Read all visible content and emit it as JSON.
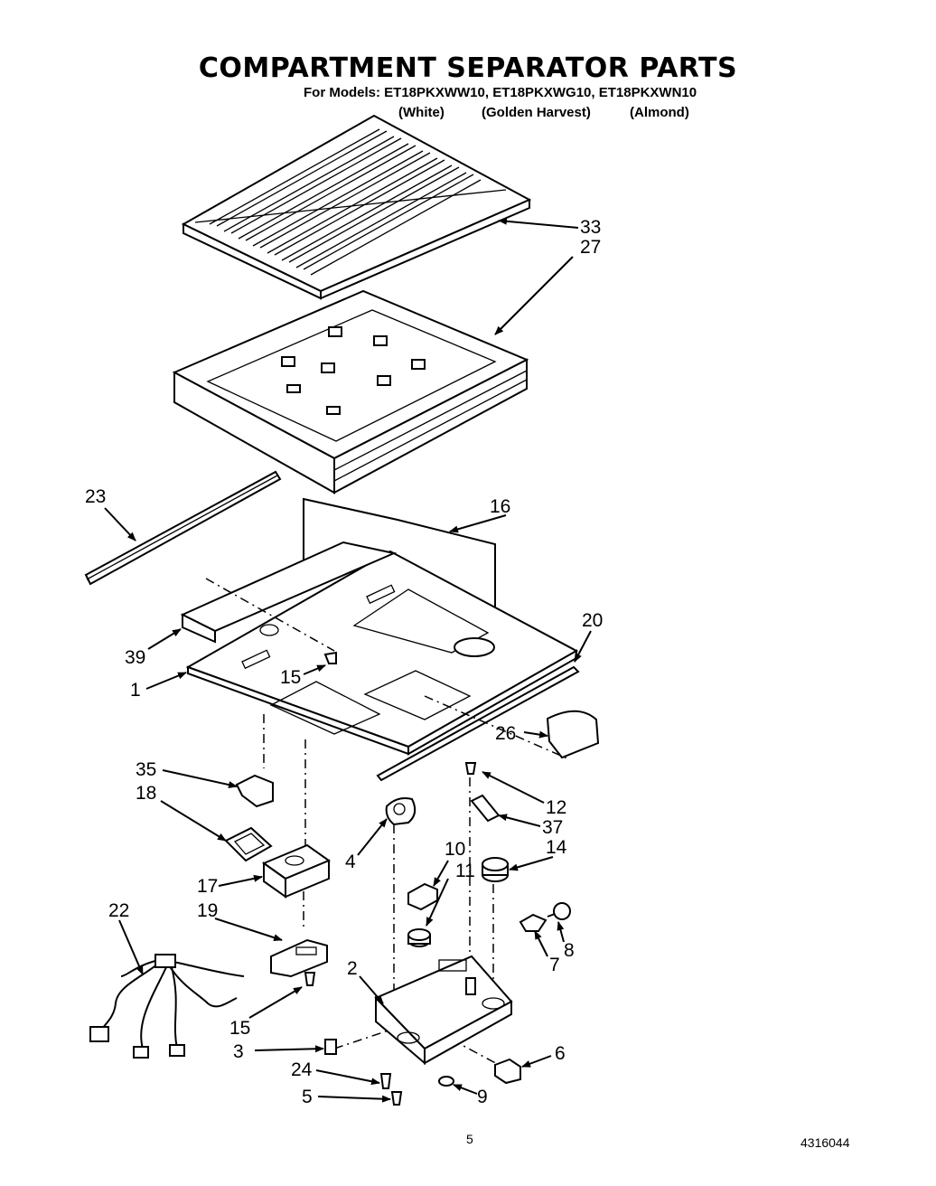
{
  "header": {
    "title": "COMPARTMENT SEPARATOR PARTS",
    "models_line": "For Models: ET18PKXWW10, ET18PKXWG10, ET18PKXWN10",
    "finishes": [
      "(White)",
      "(Golden Harvest)",
      "(Almond)"
    ]
  },
  "callouts": {
    "c33": "33",
    "c27": "27",
    "c23": "23",
    "c16": "16",
    "c20": "20",
    "c39": "39",
    "c15a": "15",
    "c1": "1",
    "c26": "26",
    "c35": "35",
    "c18": "18",
    "c12": "12",
    "c37": "37",
    "c4": "4",
    "c10": "10",
    "c11": "11",
    "c14": "14",
    "c17": "17",
    "c22": "22",
    "c19": "19",
    "c7": "7",
    "c8": "8",
    "c2": "2",
    "c15b": "15",
    "c3": "3",
    "c6": "6",
    "c24": "24",
    "c9": "9",
    "c5": "5"
  },
  "footer": {
    "page": "5",
    "doc_number": "4316044"
  }
}
